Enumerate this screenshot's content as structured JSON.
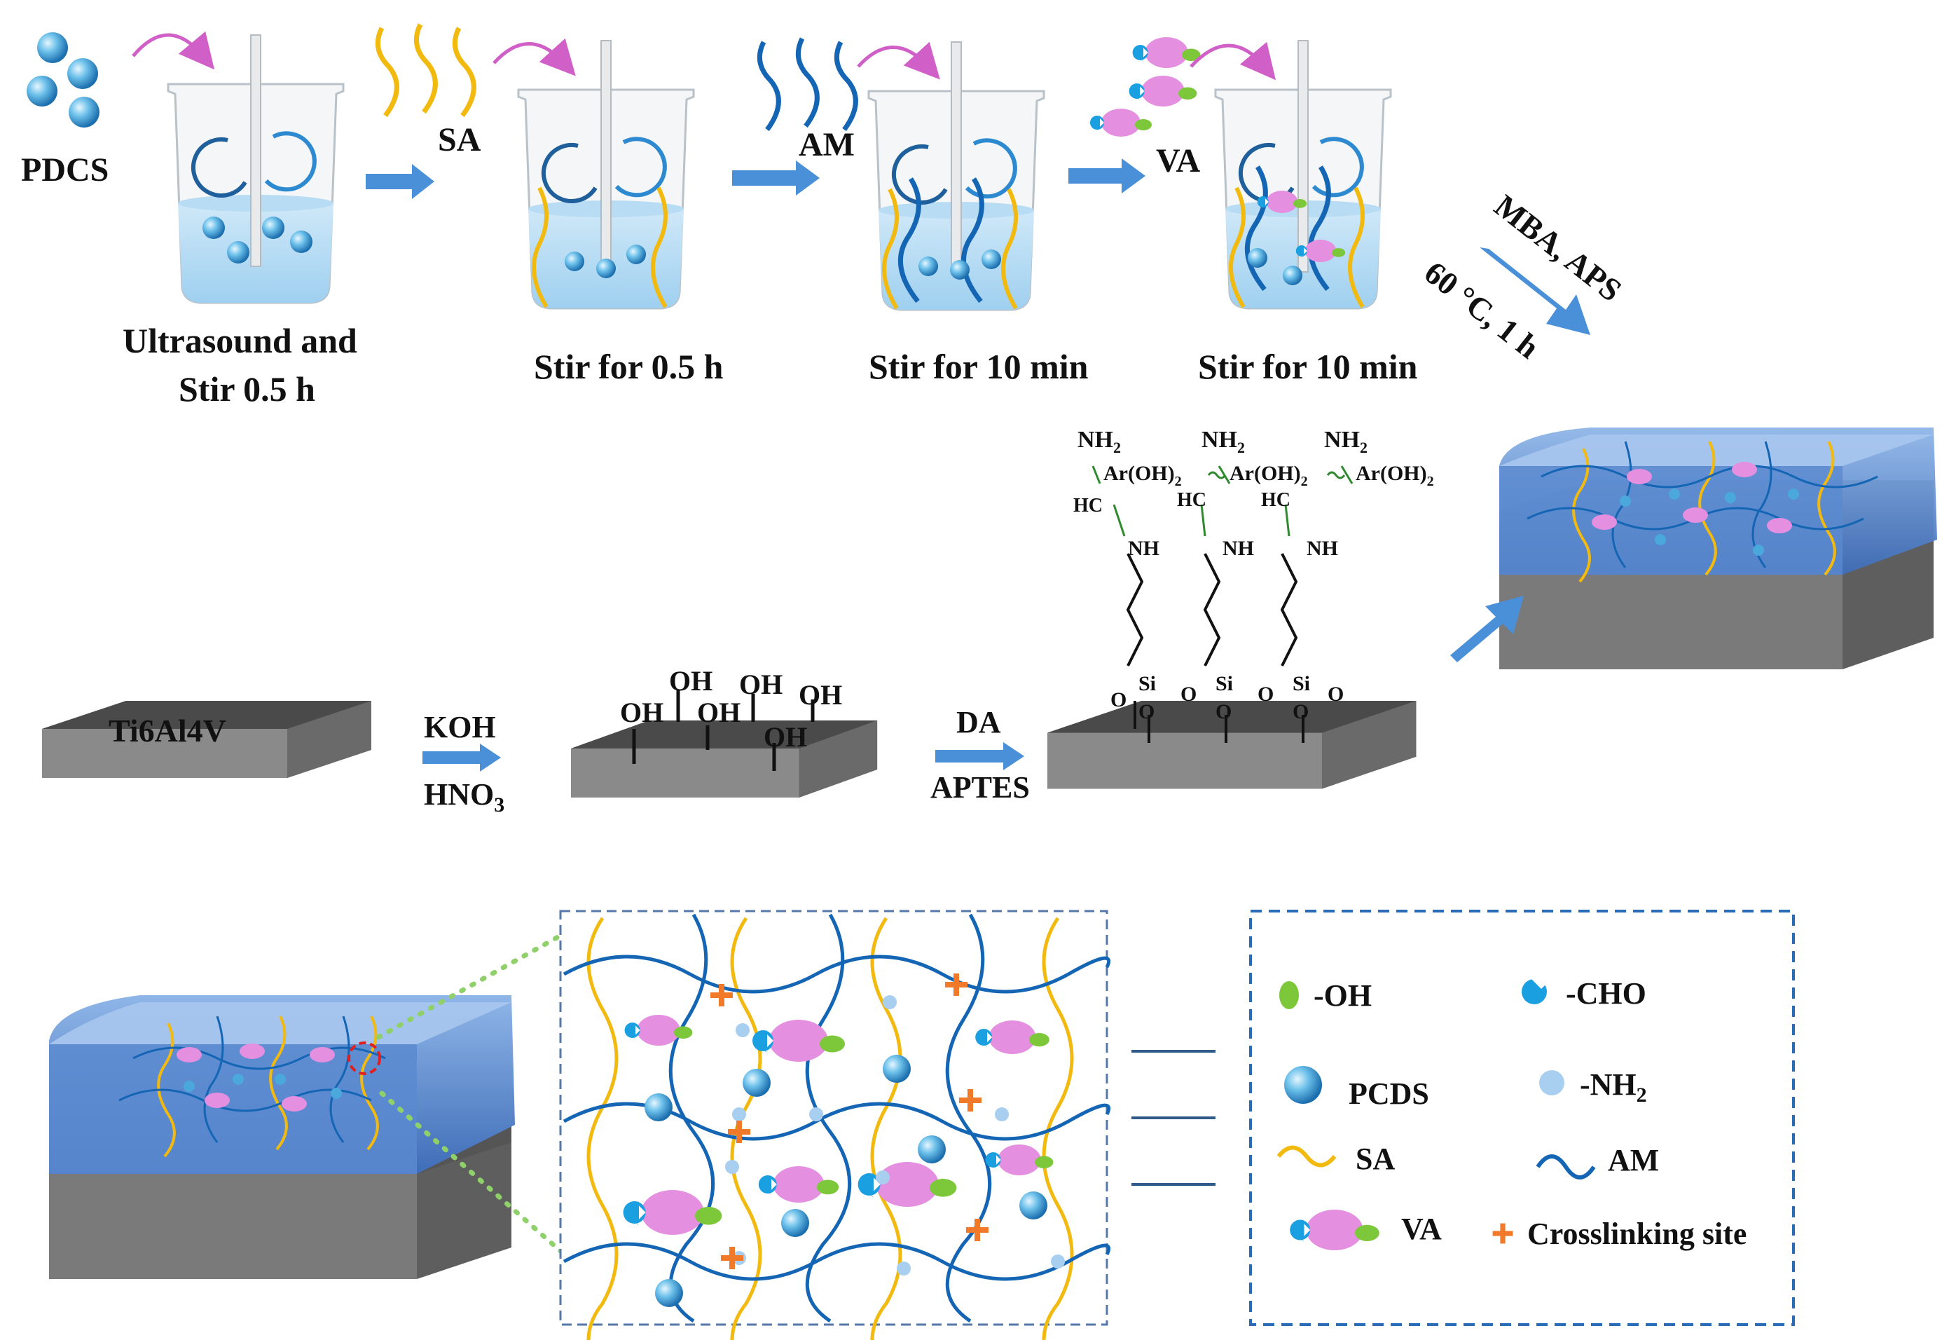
{
  "palette": {
    "sa": "#f2b90f",
    "am": "#1565b5",
    "va_body": "#e58fe0",
    "oh": "#7cc83a",
    "cho": "#1aa0e0",
    "pcds": "#4aa8dc",
    "nh2": "#a8cff0",
    "cross": "#f07a2a",
    "arrow": "#4a90d9",
    "curve": "#d060c8",
    "gel": "#4f80c8",
    "substrate": "#555555",
    "frame": "#2a6cb8"
  },
  "row1": {
    "pdcs": "PDCS",
    "sa": "SA",
    "am": "AM",
    "va": "VA",
    "step1_line1": "Ultrasound and",
    "step1_line2": "Stir 0.5 h",
    "step2": "Stir for 0.5 h",
    "step3": "Stir for 10 min",
    "step4": "Stir for 10 min",
    "cond_line1": "MBA, APS",
    "cond_line2": "60 °C,  1 h"
  },
  "row2": {
    "substrate": "Ti6Al4V",
    "reagent1_top": "KOH",
    "reagent1_bottom": "HNO",
    "reagent1_sub": "3",
    "reagent2_top": "DA",
    "reagent2_bottom": "APTES",
    "oh": "OH",
    "nh2": "NH",
    "nh2_sub": "2",
    "ar": "Ar(OH)",
    "ar_sub": "2",
    "hc": "HC",
    "nh": "NH",
    "si": "Si",
    "o": "O"
  },
  "legend": {
    "oh": "-OH",
    "cho": "-CHO",
    "pcds": "PCDS",
    "nh2": "-NH",
    "nh2_sub": "2",
    "sa": "SA",
    "am": "AM",
    "va": "VA",
    "cross": "Crosslinking site"
  }
}
